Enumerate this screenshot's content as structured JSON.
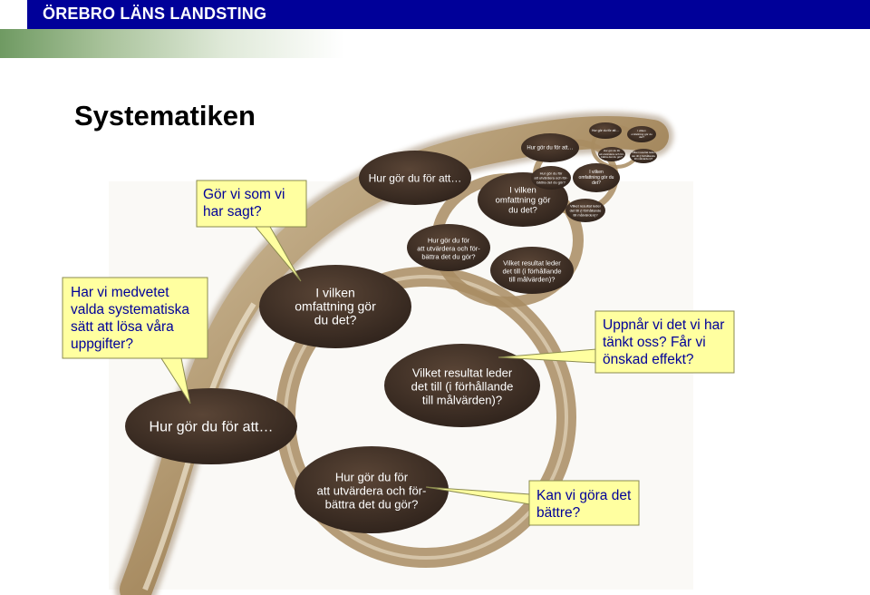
{
  "header": {
    "organization": "ÖREBRO LÄNS LANDSTING"
  },
  "page": {
    "title": "Systematiken"
  },
  "colors": {
    "topbar": "#000099",
    "bubble": "#3a2c24",
    "callout_fill": "#ffffa0",
    "callout_text": "#000099",
    "spiral": "#b49a70"
  },
  "diagram": {
    "bubbles": [
      {
        "id": "hur-gor-du-1",
        "text": "Hur gör du för att…"
      },
      {
        "id": "i-vilken-1",
        "text": "I vilken\nomfattning gör\ndu det?"
      },
      {
        "id": "vilket-resultat-1",
        "text": "Vilket resultat leder\ndet till (i förhållande\ntill målvärden)?"
      },
      {
        "id": "hur-utvardera-1",
        "text": "Hur gör du för\natt utvärdera och för-\nbättra det du gör?"
      },
      {
        "id": "hur-gor-du-2",
        "text": "Hur gör du för att…"
      },
      {
        "id": "i-vilken-2",
        "text": "I vilken\nomfattning gör\ndu det?"
      },
      {
        "id": "vilket-resultat-2",
        "text": "Vilket resultat leder\ndet till (i förhållande\ntill målvärden)?"
      },
      {
        "id": "hur-utvardera-2",
        "text": "Hur gör du för\natt utvärdera och för-\nbättra det du gör?"
      },
      {
        "id": "hur-gor-du-3",
        "text": "Hur gör du för att…"
      },
      {
        "id": "i-vilken-3",
        "text": "I vilken\nomfattning gör du\ndet?"
      },
      {
        "id": "vilket-resultat-3",
        "text": "Vilket resultat leder\ndet till (i förhållande\ntill målvärden)?"
      },
      {
        "id": "hur-utvardera-3",
        "text": "Hur gör du för\natt utvärdera och för-\nbättra det du gör?"
      },
      {
        "id": "hur-gor-du-4",
        "text": "Hur gör du för att…"
      },
      {
        "id": "i-vilken-4",
        "text": "I vilken\nomfattning gör du\ndet?"
      },
      {
        "id": "vilket-resultat-4",
        "text": "Vilket resultat leder\ndet till (i förhållande\ntill målvärden)?"
      },
      {
        "id": "hur-utvardera-4",
        "text": "Hur gör du för\natt utvärdera och för-\nbättra det du gör?"
      }
    ],
    "callouts": [
      {
        "id": "gor-vi-som-vi-har-sagt",
        "text": "Gör vi som vi\nhar sagt?"
      },
      {
        "id": "har-vi-medvetet",
        "text": "Har vi medvetet\nvalda systematiska\nsätt att lösa våra\nuppgifter?"
      },
      {
        "id": "uppnar-vi",
        "text": "Uppnår vi det vi har\ntänkt oss? Får vi\nönskad effekt?"
      },
      {
        "id": "kan-vi-gora",
        "text": "Kan vi göra det\nbättre?"
      }
    ]
  }
}
